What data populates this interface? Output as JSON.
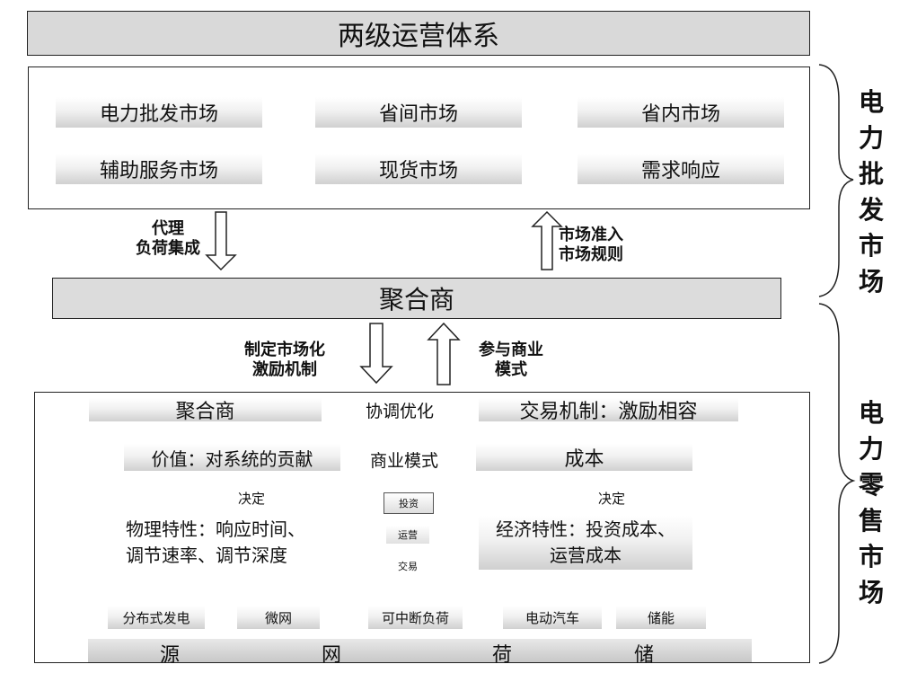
{
  "top_title": "两级运营体系",
  "wholesale": {
    "cells": [
      "电力批发市场",
      "省间市场",
      "省内市场",
      "辅助服务市场",
      "现货市场",
      "需求响应"
    ]
  },
  "side_labels": {
    "wholesale": [
      "电",
      "力",
      "批",
      "发",
      "市",
      "场"
    ],
    "retail": [
      "电",
      "力",
      "零",
      "售",
      "市",
      "场"
    ]
  },
  "arrows_top": {
    "left_label": [
      "代理",
      "负荷集成"
    ],
    "right_label": [
      "市场准入",
      "市场规则"
    ]
  },
  "aggregator": "聚合商",
  "arrows_mid": {
    "left_label": [
      "制定市场化",
      "激励机制"
    ],
    "right_label": [
      "参与商业",
      "模式"
    ]
  },
  "retail": {
    "header_left": "聚合商",
    "header_middle": "协调优化",
    "header_right": "交易机制：激励相容",
    "value_box": "价值：对系统的贡献",
    "business_model": "商业模式",
    "cost_box": "成本",
    "decide_left": "决定",
    "decide_right": "决定",
    "physical": [
      "物理特性：响应时间、",
      "调节速率、调节深度"
    ],
    "economic": [
      "经济特性：投资成本、",
      "运营成本"
    ],
    "small_items": [
      "投资",
      "运营",
      "交易"
    ],
    "resources": [
      "分布式发电",
      "微网",
      "可中断负荷",
      "电动汽车",
      "储能"
    ],
    "bottom_row": [
      "源",
      "网",
      "荷",
      "储"
    ]
  }
}
